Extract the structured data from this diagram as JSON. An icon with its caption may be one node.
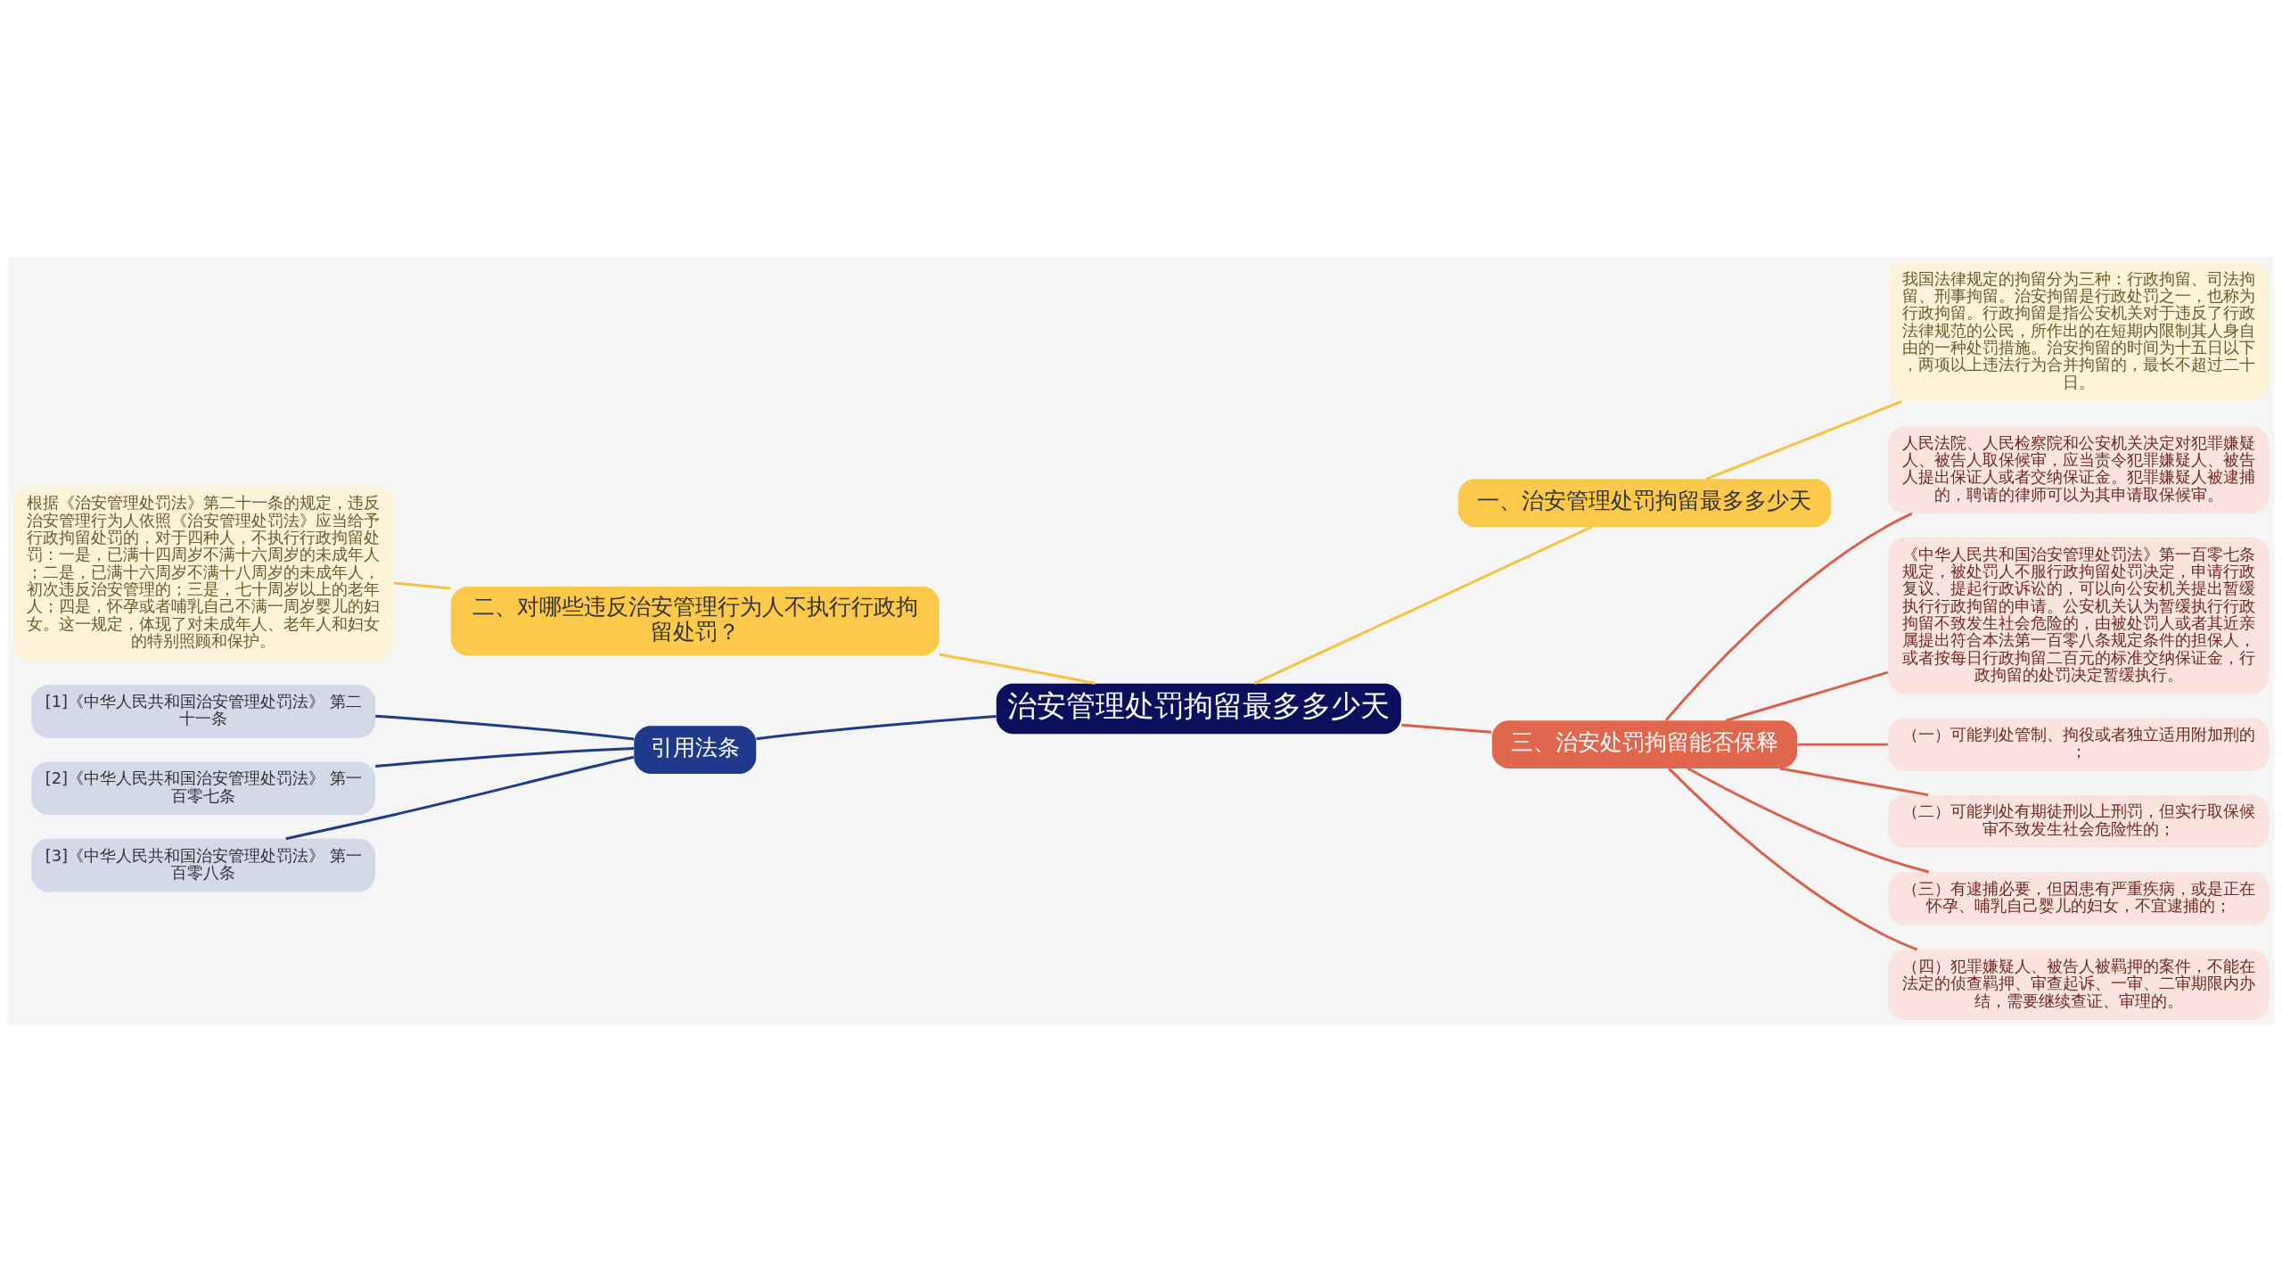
{
  "diagram": {
    "nodes": [
      {
        "text": [
          "治安管理处罚拘留最多多少天"
        ]
      },
      {
        "text": [
          "一、治安管理处罚拘留最多多少天"
        ]
      },
      {
        "text": [
          "我国法律规定的拘留分为三种：行政拘留、司法拘留、刑事拘留。治安拘留是行政处罚之一，也称为行政拘留。行政拘留是指公安机关对于违反了行政法律规范的公民，所作出的在短期内限制其人身自由的一种处罚措施。治安拘留的时间为十五日以下，两项以上违法行为合并拘留的，最长不超过二十日。"
        ]
      },
      {
        "text": [
          "三、治安处罚拘留能否保释"
        ]
      },
      {
        "text": [
          "人民法院、人民检察院和公安机关决定对犯罪嫌疑人、被告人取保候审，应当责令犯罪嫌疑人、被告人提出保证人或者交纳保证金。犯罪嫌疑人被逮捕的，聘请的律师可以为其申请取保候审。"
        ]
      },
      {
        "text": [
          "《中华人民共和国治安管理处罚法》第一百零七条规定，被处罚人不服行政拘留处罚决定，申请行政复议、提起行政诉讼的，可以向公安机关提出暂缓执行行政拘留的申请。公安机关认为暂缓执行行政拘留不致发生社会危险的，由被处罚人或者其近亲属提出符合本法第一百零八条规定条件的担保人，或者按每日行政拘留二百元的标准交纳保证金，行政拘留的处罚决定暂缓执行。"
        ]
      },
      {
        "text": [
          "（一）可能判处管制、拘役或者独立适用附加刑的；"
        ]
      },
      {
        "text": [
          "（二）可能判处有期徒刑以上刑罚，但实行取保候审不致发生社会危险性的；"
        ]
      },
      {
        "text": [
          "（三）有逮捕必要，但因患有严重疾病，或是正在怀孕、哺乳自己婴儿的妇女，不宜逮捕的；"
        ]
      },
      {
        "text": [
          "（四）犯罪嫌疑人、被告人被羁押的案件，不能在法定的侦查羁押、审查起诉、一审、二审期限内办结，需要继续查证、审理的。"
        ]
      },
      {
        "text": [
          "二、对哪些违反治安管理行为人不执行行政拘留处罚？"
        ]
      },
      {
        "text": [
          "根据《治安管理处罚法》第二十一条的规定，违反治安管理行为人依照《治安管理处罚法》应当给予行政拘留处罚的，对于四种人，不执行行政拘留处罚：一是，已满十四周岁不满十六周岁的未成年人；二是，已满十六周岁不满十八周岁的未成年人，初次违反治安管理的；三是，七十周岁以上的老年人；四是，怀孕或者哺乳自己不满一周岁婴儿的妇女。这一规定，体现了对未成年人、老年人和妇女的特别照顾和保护。"
        ]
      },
      {
        "text": [
          "引用法条"
        ]
      },
      {
        "text": [
          "[1]《中华人民共和国治安管理处罚法》 第二十一条"
        ]
      },
      {
        "text": [
          "[2]《中华人民共和国治安管理处罚法》 第一百零七条"
        ]
      },
      {
        "text": [
          "[3]《中华人民共和国治安管理处罚法》 第一百零八条"
        ]
      }
    ],
    "edges": [
      {
        "from": 0,
        "to": 1,
        "arrow": "none",
        "color": "#f5c342"
      },
      {
        "from": 1,
        "to": 2,
        "arrow": "none",
        "color": "#f5c342"
      },
      {
        "from": 0,
        "to": 3,
        "arrow": "none",
        "color": "#d9604a"
      },
      {
        "from": 3,
        "to": 4,
        "arrow": "none",
        "color": "#d9604a"
      },
      {
        "from": 3,
        "to": 5,
        "arrow": "none",
        "color": "#d9604a"
      },
      {
        "from": 3,
        "to": 6,
        "arrow": "none",
        "color": "#d9604a"
      },
      {
        "from": 3,
        "to": 7,
        "arrow": "none",
        "color": "#d9604a"
      },
      {
        "from": 3,
        "to": 8,
        "arrow": "none",
        "color": "#d9604a"
      },
      {
        "from": 3,
        "to": 9,
        "arrow": "none",
        "color": "#d9604a"
      },
      {
        "from": 0,
        "to": 10,
        "arrow": "none",
        "color": "#f5c342"
      },
      {
        "from": 10,
        "to": 11,
        "arrow": "none",
        "color": "#f5c342"
      },
      {
        "from": 0,
        "to": 12,
        "arrow": "none",
        "color": "#1f3a8a"
      },
      {
        "from": 12,
        "to": 13,
        "arrow": "none",
        "color": "#1f3a8a"
      },
      {
        "from": 12,
        "to": 14,
        "arrow": "none",
        "color": "#1f3a8a"
      },
      {
        "from": 12,
        "to": 15,
        "arrow": "none",
        "color": "#1f3a8a"
      }
    ]
  }
}
